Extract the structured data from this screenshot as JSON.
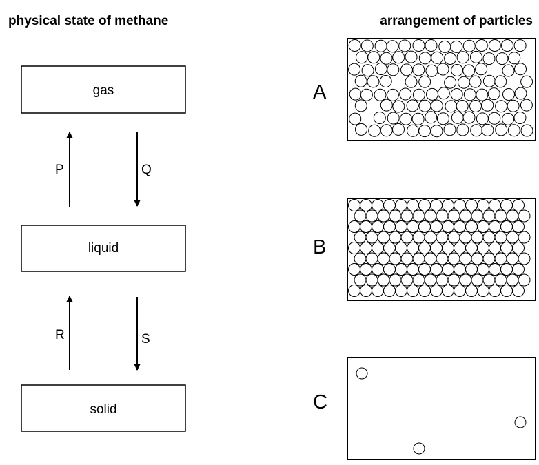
{
  "headings": {
    "left": "physical state of methane",
    "right": "arrangement of particles"
  },
  "states": {
    "gas": "gas",
    "liquid": "liquid",
    "solid": "solid"
  },
  "processes": {
    "P": "P",
    "Q": "Q",
    "R": "R",
    "S": "S"
  },
  "arrangements": {
    "A": "A",
    "B": "B",
    "C": "C"
  }
}
